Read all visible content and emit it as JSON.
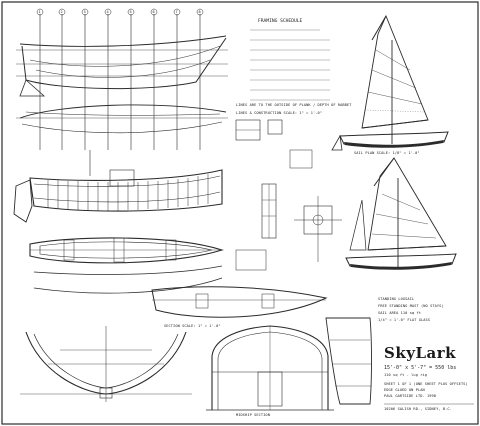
{
  "title": "SkyLark",
  "subtitle": "15'-0\" x 5'-7\" = 550 lbs",
  "subtitle_line2": "110 sq ft - lug rig",
  "designer_lines": [
    "SHEET 1 OF 1 (ONE SHEET PLUS OFFSETS)",
    "EDGE GLUED ON PLAN",
    "PAUL GARTSIDE LTD. 1998",
    "10206 SALISH RD., SIDNEY, B.C."
  ],
  "notes": {
    "framing_schedule": "FRAMING SCHEDULE",
    "lines_note": "LINES ARE TO THE OUTSIDE OF PLANK / DEPTH OF RABBET",
    "lines_scale": "LINES & CONSTRUCTION SCALE: 1\" = 1'-0\"",
    "sail_plan_scale": "SAIL PLAN SCALE: 1/8\" = 1'-0\"",
    "section_scale": "SECTION SCALE: 1\" = 1'-0\"",
    "rig_note_1": "STANDING LUGSAIL",
    "rig_note_2": "FREE STANDING MAST (NO STAYS)",
    "rig_note_3": "SAIL AREA 110 sq ft",
    "rig_note_4": "1/4\" = 1'-0\" FLAT GLASS",
    "section_label": "MIDSHIP SECTION"
  },
  "stations": [
    "1",
    "2",
    "3",
    "4",
    "5",
    "6",
    "7",
    "8"
  ]
}
